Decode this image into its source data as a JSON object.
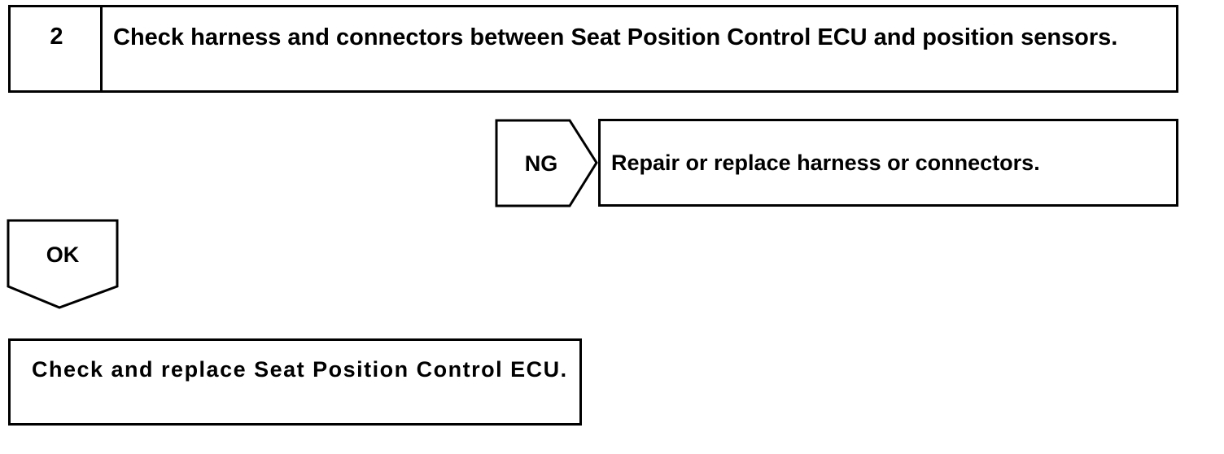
{
  "step": {
    "number": "2",
    "title": "Check harness and connectors between Seat Position Control ECU and position sensors."
  },
  "ng_branch": {
    "label": "NG",
    "action": "Repair or replace harness or connectors."
  },
  "ok_branch": {
    "label": "OK",
    "action": "Check and replace Seat Position Control ECU."
  }
}
